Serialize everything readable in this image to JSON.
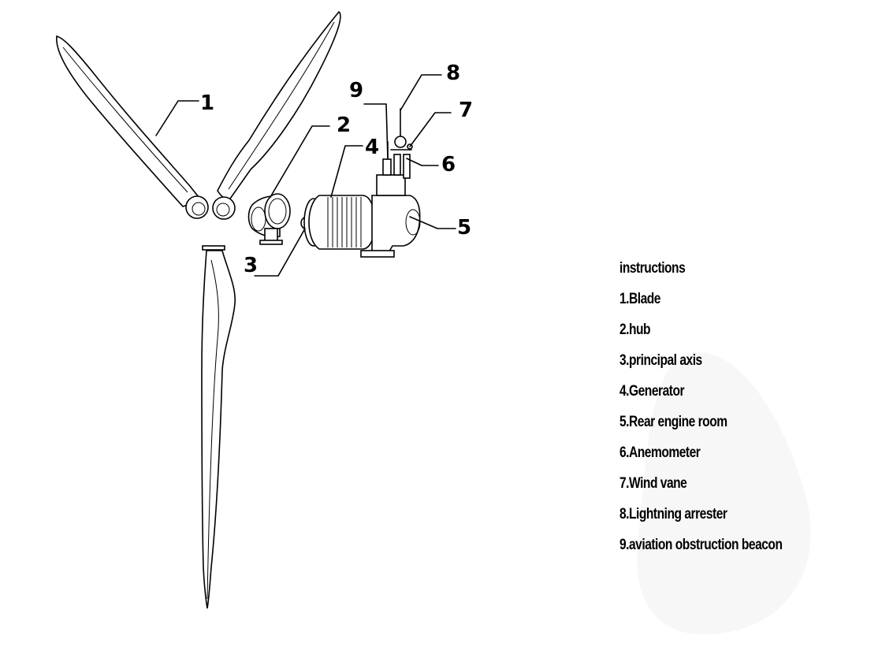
{
  "callouts": {
    "c1": "1",
    "c2": "2",
    "c3": "3",
    "c4": "4",
    "c5": "5",
    "c6": "6",
    "c7": "7",
    "c8": "8",
    "c9": "9"
  },
  "legend": {
    "title": "instructions",
    "items": [
      "1.Blade",
      "2.hub",
      "3.principal axis",
      "4.Generator",
      "5.Rear engine room",
      "6.Anemometer",
      "7.Wind vane",
      "8.Lightning arrester",
      "9.aviation obstruction beacon"
    ]
  }
}
